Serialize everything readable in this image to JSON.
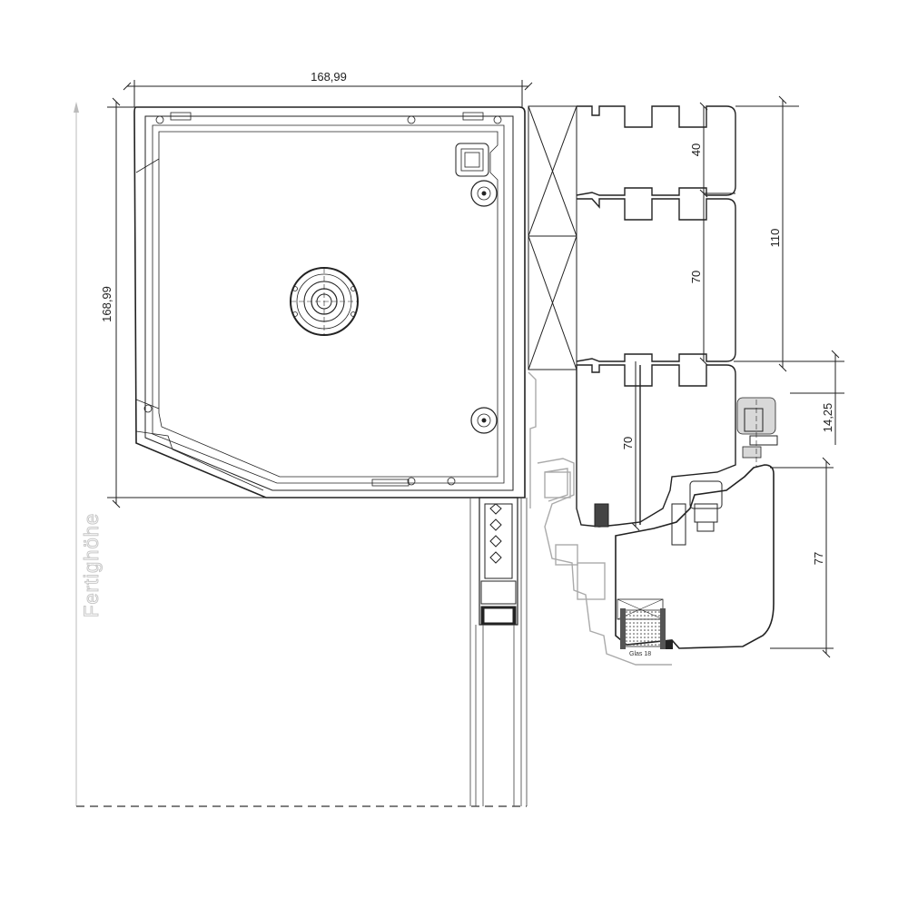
{
  "dimensions": {
    "top_width": "168,99",
    "left_height": "168,99",
    "board_upper": "40",
    "board_middle": "70",
    "board_lower": "70",
    "right_total": "110",
    "right_offset": "14,25",
    "sash_height": "77"
  },
  "labels": {
    "finished_height": "Fertighöhe",
    "glass_tag": "Glas 18"
  }
}
